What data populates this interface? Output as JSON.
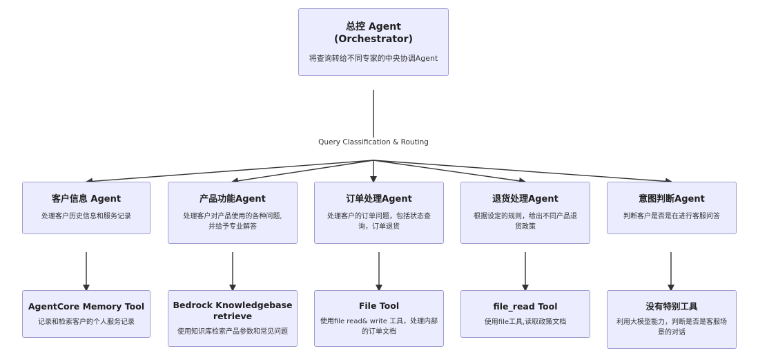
{
  "orchestrator": {
    "title_line1": "总控 Agent",
    "title_line2": "(Orchestrator)",
    "desc": "将查询转给不同专家的中央协调Agent"
  },
  "routing_label": "Query Classification & Routing",
  "agents": [
    {
      "title": "客户信息 Agent",
      "desc": [
        "处理客户历史信息和服务记录"
      ]
    },
    {
      "title": "产品功能Agent",
      "desc": [
        "处理客户对产品使用的各种问题,",
        "并给予专业解答"
      ]
    },
    {
      "title": "订单处理Agent",
      "desc": [
        "处理客户的订单问题，包括状态查",
        "询，订单退货"
      ]
    },
    {
      "title": "退货处理Agent",
      "desc": [
        "根据设定的规则，给出不同产品退",
        "货政策"
      ]
    },
    {
      "title": "意图判断Agent",
      "desc": [
        "判断客户是否是在进行客服问答"
      ]
    }
  ],
  "tools": [
    {
      "title": [
        "AgentCore Memory Tool"
      ],
      "desc": [
        "记录和检索客户的个人服务记录"
      ]
    },
    {
      "title": [
        "Bedrock Knowledgebase",
        "retrieve"
      ],
      "desc": [
        "使用知识库检索产品参数和常见问题"
      ]
    },
    {
      "title": [
        "File Tool"
      ],
      "desc": [
        "使用file read& write 工具，处理内部",
        "的订单文档"
      ]
    },
    {
      "title": [
        "file_read Tool"
      ],
      "desc": [
        "使用file工具,读取政策文档"
      ]
    },
    {
      "title": [
        "没有特别工具"
      ],
      "desc": [
        "利用大模型能力，判断是否是客服场",
        "景的对话"
      ]
    }
  ]
}
